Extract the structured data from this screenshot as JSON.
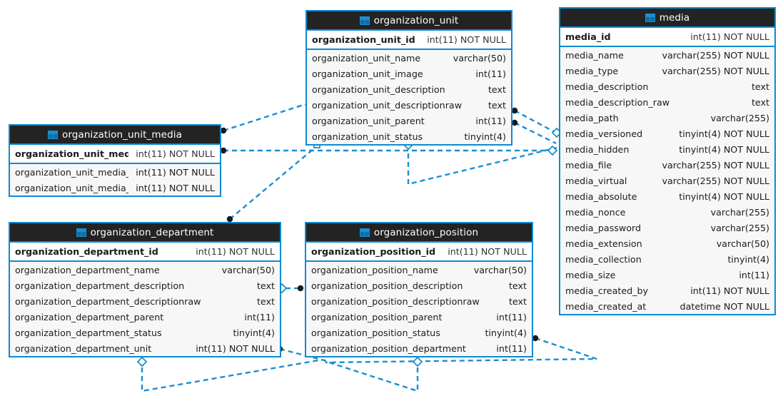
{
  "diagram": {
    "kind": "database-er-diagram",
    "accent_color": "#0d8bd0",
    "header_color": "#232323",
    "body_row_color": "#f7f7f7",
    "icon_name": "table-icon"
  },
  "entities": [
    {
      "id": "organization_unit",
      "title": "organization_unit",
      "pk": {
        "name": "organization_unit_id",
        "type": "int(11) NOT NULL"
      },
      "columns": [
        {
          "name": "organization_unit_name",
          "type": "varchar(50)"
        },
        {
          "name": "organization_unit_image",
          "type": "int(11)"
        },
        {
          "name": "organization_unit_description",
          "type": "text"
        },
        {
          "name": "organization_unit_descriptionraw",
          "type": "text"
        },
        {
          "name": "organization_unit_parent",
          "type": "int(11)"
        },
        {
          "name": "organization_unit_status",
          "type": "tinyint(4)"
        }
      ]
    },
    {
      "id": "media",
      "title": "media",
      "pk": {
        "name": "media_id",
        "type": "int(11) NOT NULL"
      },
      "columns": [
        {
          "name": "media_name",
          "type": "varchar(255) NOT NULL"
        },
        {
          "name": "media_type",
          "type": "varchar(255) NOT NULL"
        },
        {
          "name": "media_description",
          "type": "text"
        },
        {
          "name": "media_description_raw",
          "type": "text"
        },
        {
          "name": "media_path",
          "type": "varchar(255)"
        },
        {
          "name": "media_versioned",
          "type": "tinyint(4) NOT NULL"
        },
        {
          "name": "media_hidden",
          "type": "tinyint(4) NOT NULL"
        },
        {
          "name": "media_file",
          "type": "varchar(255) NOT NULL"
        },
        {
          "name": "media_virtual",
          "type": "varchar(255) NOT NULL"
        },
        {
          "name": "media_absolute",
          "type": "tinyint(4) NOT NULL"
        },
        {
          "name": "media_nonce",
          "type": "varchar(255)"
        },
        {
          "name": "media_password",
          "type": "varchar(255)"
        },
        {
          "name": "media_extension",
          "type": "varchar(50)"
        },
        {
          "name": "media_collection",
          "type": "tinyint(4)"
        },
        {
          "name": "media_size",
          "type": "int(11)"
        },
        {
          "name": "media_created_by",
          "type": "int(11) NOT NULL"
        },
        {
          "name": "media_created_at",
          "type": "datetime NOT NULL"
        }
      ]
    },
    {
      "id": "organization_unit_media",
      "title": "organization_unit_media",
      "pk": {
        "name": "organization_unit_media_id",
        "type": "int(11) NOT NULL"
      },
      "columns": [
        {
          "name": "organization_unit_media_src",
          "type": "int(11) NOT NULL"
        },
        {
          "name": "organization_unit_media_dst",
          "type": "int(11) NOT NULL"
        }
      ]
    },
    {
      "id": "organization_department",
      "title": "organization_department",
      "pk": {
        "name": "organization_department_id",
        "type": "int(11) NOT NULL"
      },
      "columns": [
        {
          "name": "organization_department_name",
          "type": "varchar(50)"
        },
        {
          "name": "organization_department_description",
          "type": "text"
        },
        {
          "name": "organization_department_descriptionraw",
          "type": "text"
        },
        {
          "name": "organization_department_parent",
          "type": "int(11)"
        },
        {
          "name": "organization_department_status",
          "type": "tinyint(4)"
        },
        {
          "name": "organization_department_unit",
          "type": "int(11) NOT NULL"
        }
      ]
    },
    {
      "id": "organization_position",
      "title": "organization_position",
      "pk": {
        "name": "organization_position_id",
        "type": "int(11) NOT NULL"
      },
      "columns": [
        {
          "name": "organization_position_name",
          "type": "varchar(50)"
        },
        {
          "name": "organization_position_description",
          "type": "text"
        },
        {
          "name": "organization_position_descriptionraw",
          "type": "text"
        },
        {
          "name": "organization_position_parent",
          "type": "int(11)"
        },
        {
          "name": "organization_position_status",
          "type": "tinyint(4)"
        },
        {
          "name": "organization_position_department",
          "type": "int(11)"
        }
      ]
    }
  ],
  "relationships": [
    {
      "from": "organization_unit_media",
      "to": "organization_unit",
      "path": "313,183 425,147",
      "source_marker": "dot",
      "target_marker": "diamond"
    },
    {
      "from": "organization_unit_media",
      "to": "media",
      "path": "313,211 780,211",
      "source_marker": "dot",
      "target_marker": "diamond"
    },
    {
      "from": "organization_department",
      "to": "organization_unit",
      "path": "322,307 445,202",
      "source_marker": "dot",
      "target_marker": "diamond"
    },
    {
      "from": "organization_unit",
      "to": "media",
      "path": "721,155 780,185",
      "source_marker": "dot",
      "target_marker": "diamond"
    },
    {
      "from": "organization_unit",
      "to": "media",
      "path": "721,172 780,200",
      "source_marker": "dot",
      "target_marker": "diamond"
    },
    {
      "from": "organization_unit",
      "to": "organization_unit",
      "path": "572,202 572,258 780,208",
      "source_marker": "diamond",
      "target_marker": "none"
    },
    {
      "from": "organization_department",
      "to": "organization_position",
      "path": "396,404 424,404",
      "source_marker": "diamond",
      "target_marker": "dot"
    },
    {
      "from": "organization_department",
      "to": "organization_department",
      "path": "199,501 199,548 455,505",
      "source_marker": "diamond",
      "target_marker": "none"
    },
    {
      "from": "organization_position",
      "to": "organization_position",
      "path": "585,501 585,548 455,505",
      "source_marker": "diamond",
      "target_marker": "none"
    },
    {
      "from": "organization_position",
      "to": "organization_department",
      "path": "750,474 835,503 455,505",
      "source_marker": "dot",
      "target_marker": "none"
    },
    {
      "from": "organization_department",
      "to": "organization_position",
      "path": "389,489 455,505",
      "source_marker": "dot",
      "target_marker": "none"
    }
  ]
}
